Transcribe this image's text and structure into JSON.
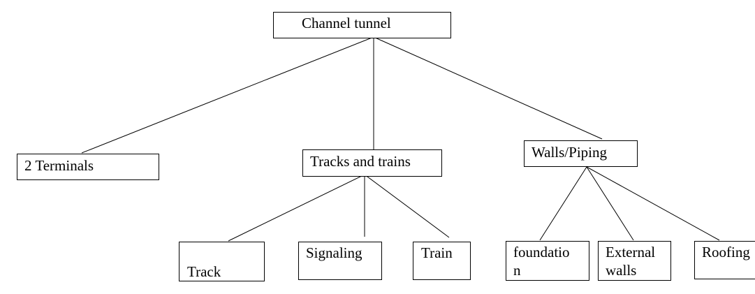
{
  "diagram": {
    "root": {
      "label": "Channel tunnel"
    },
    "children": [
      {
        "key": "terminals",
        "label": "2 Terminals",
        "children": []
      },
      {
        "key": "tracks",
        "label": "Tracks and trains",
        "children": [
          {
            "key": "track",
            "label": "Track"
          },
          {
            "key": "signaling",
            "label": "Signaling"
          },
          {
            "key": "train",
            "label": "Train"
          }
        ]
      },
      {
        "key": "walls",
        "label": "Walls/Piping",
        "children": [
          {
            "key": "foundation",
            "label": "foundatio n"
          },
          {
            "key": "external",
            "label": "External walls"
          },
          {
            "key": "roofing",
            "label": "Roofing"
          }
        ]
      }
    ]
  }
}
